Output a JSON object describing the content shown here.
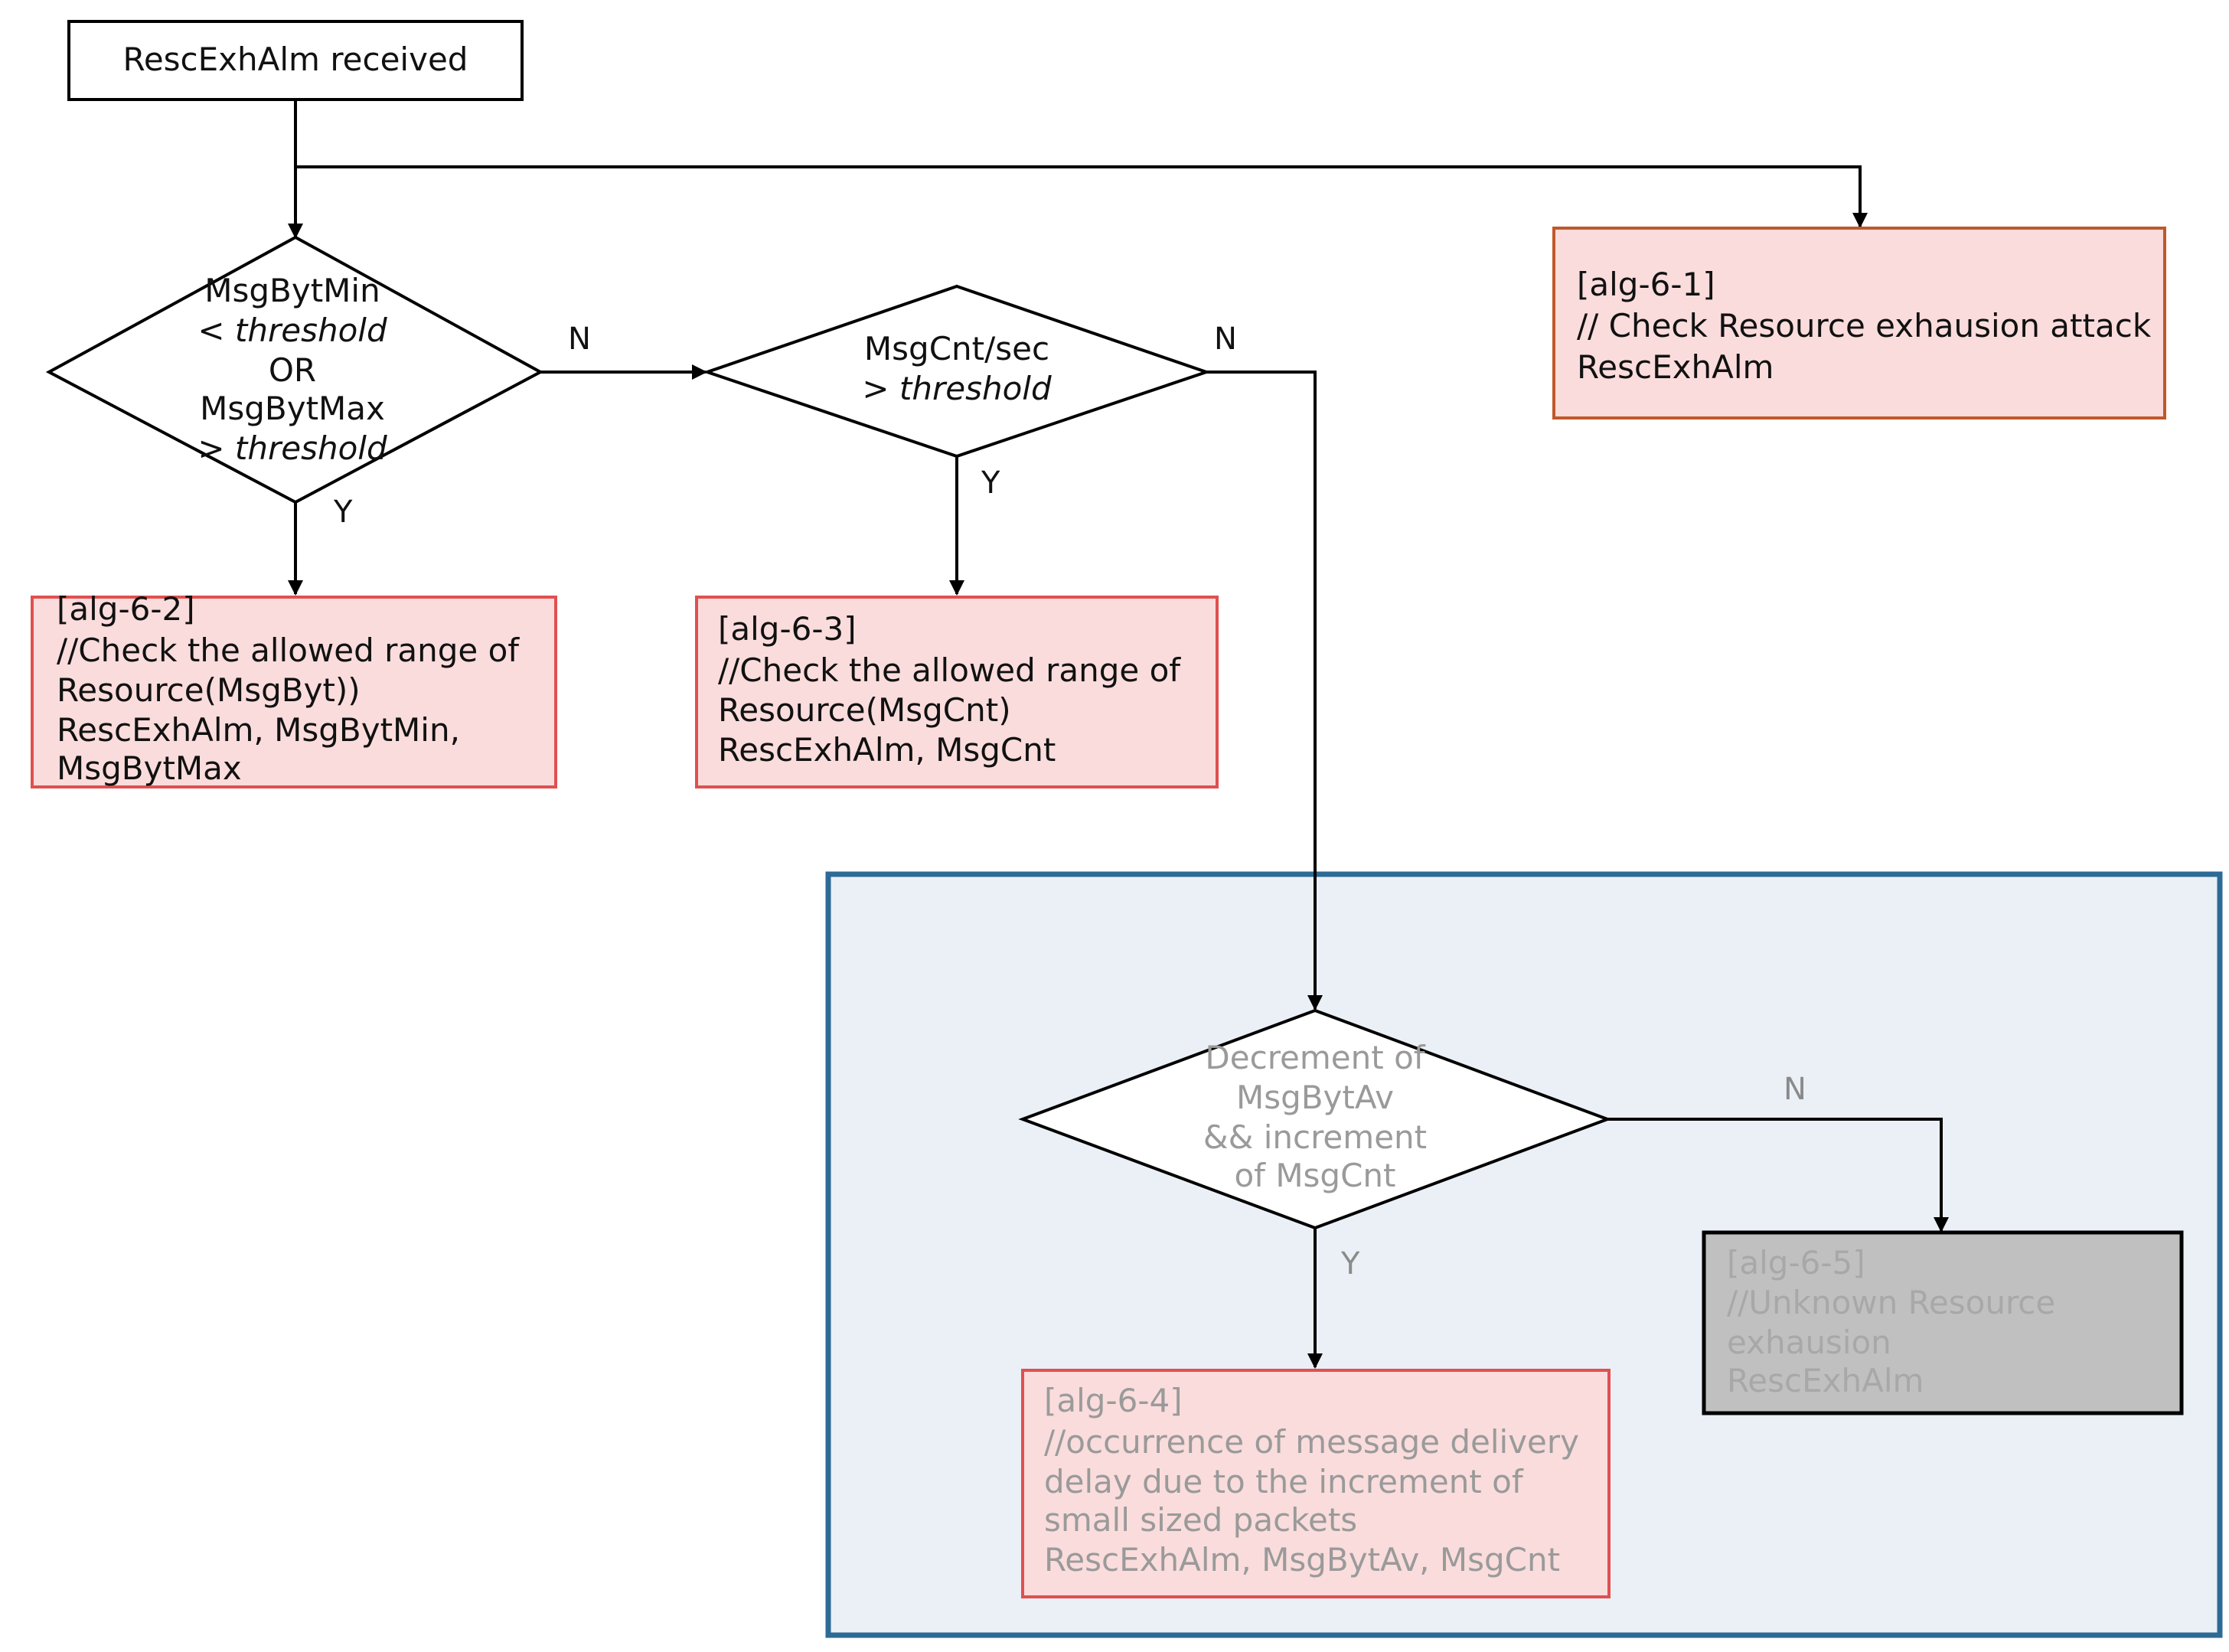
{
  "colors": {
    "box_pink_fill": "#fadcdc",
    "box_pink_border_red": "#e05050",
    "box_pink_border_orange": "#c0582a",
    "box_gray_fill": "#c0c0c0",
    "region_fill": "#ebf0f7",
    "region_border": "#2e6a96",
    "faded_text": "#9a9a9a"
  },
  "start": {
    "label": "RescExhAlm received"
  },
  "decisions": {
    "d1": {
      "lines": [
        "MsgBytMin",
        "< threshold",
        "OR",
        "MsgBytMax",
        "> threshold"
      ]
    },
    "d2": {
      "lines": [
        "MsgCnt/sec",
        "> threshold"
      ]
    },
    "d3": {
      "lines": [
        "Decrement of",
        "MsgBytAv",
        "&& increment",
        "of MsgCnt"
      ]
    }
  },
  "boxes": {
    "alg_6_1": {
      "lines": [
        "[alg-6-1]",
        "// Check Resource exhausion attack",
        "RescExhAlm"
      ]
    },
    "alg_6_2": {
      "lines": [
        "[alg-6-2]",
        "//Check the allowed range of",
        "Resource(MsgByt))",
        "RescExhAlm, MsgBytMin,",
        "MsgBytMax"
      ]
    },
    "alg_6_3": {
      "lines": [
        "[alg-6-3]",
        "//Check the allowed range of",
        "Resource(MsgCnt)",
        "RescExhAlm, MsgCnt"
      ]
    },
    "alg_6_4": {
      "lines": [
        "[alg-6-4]",
        "//occurrence of message delivery",
        "delay due to the increment of",
        "small sized packets",
        "RescExhAlm, MsgBytAv,  MsgCnt"
      ]
    },
    "alg_6_5": {
      "lines": [
        "[alg-6-5]",
        "//Unknown Resource",
        "exhausion",
        "RescExhAlm"
      ]
    }
  },
  "edge_labels": {
    "d1_no": "N",
    "d1_yes": "Y",
    "d2_no": "N",
    "d2_yes": "Y",
    "d3_no": "N",
    "d3_yes": "Y"
  }
}
